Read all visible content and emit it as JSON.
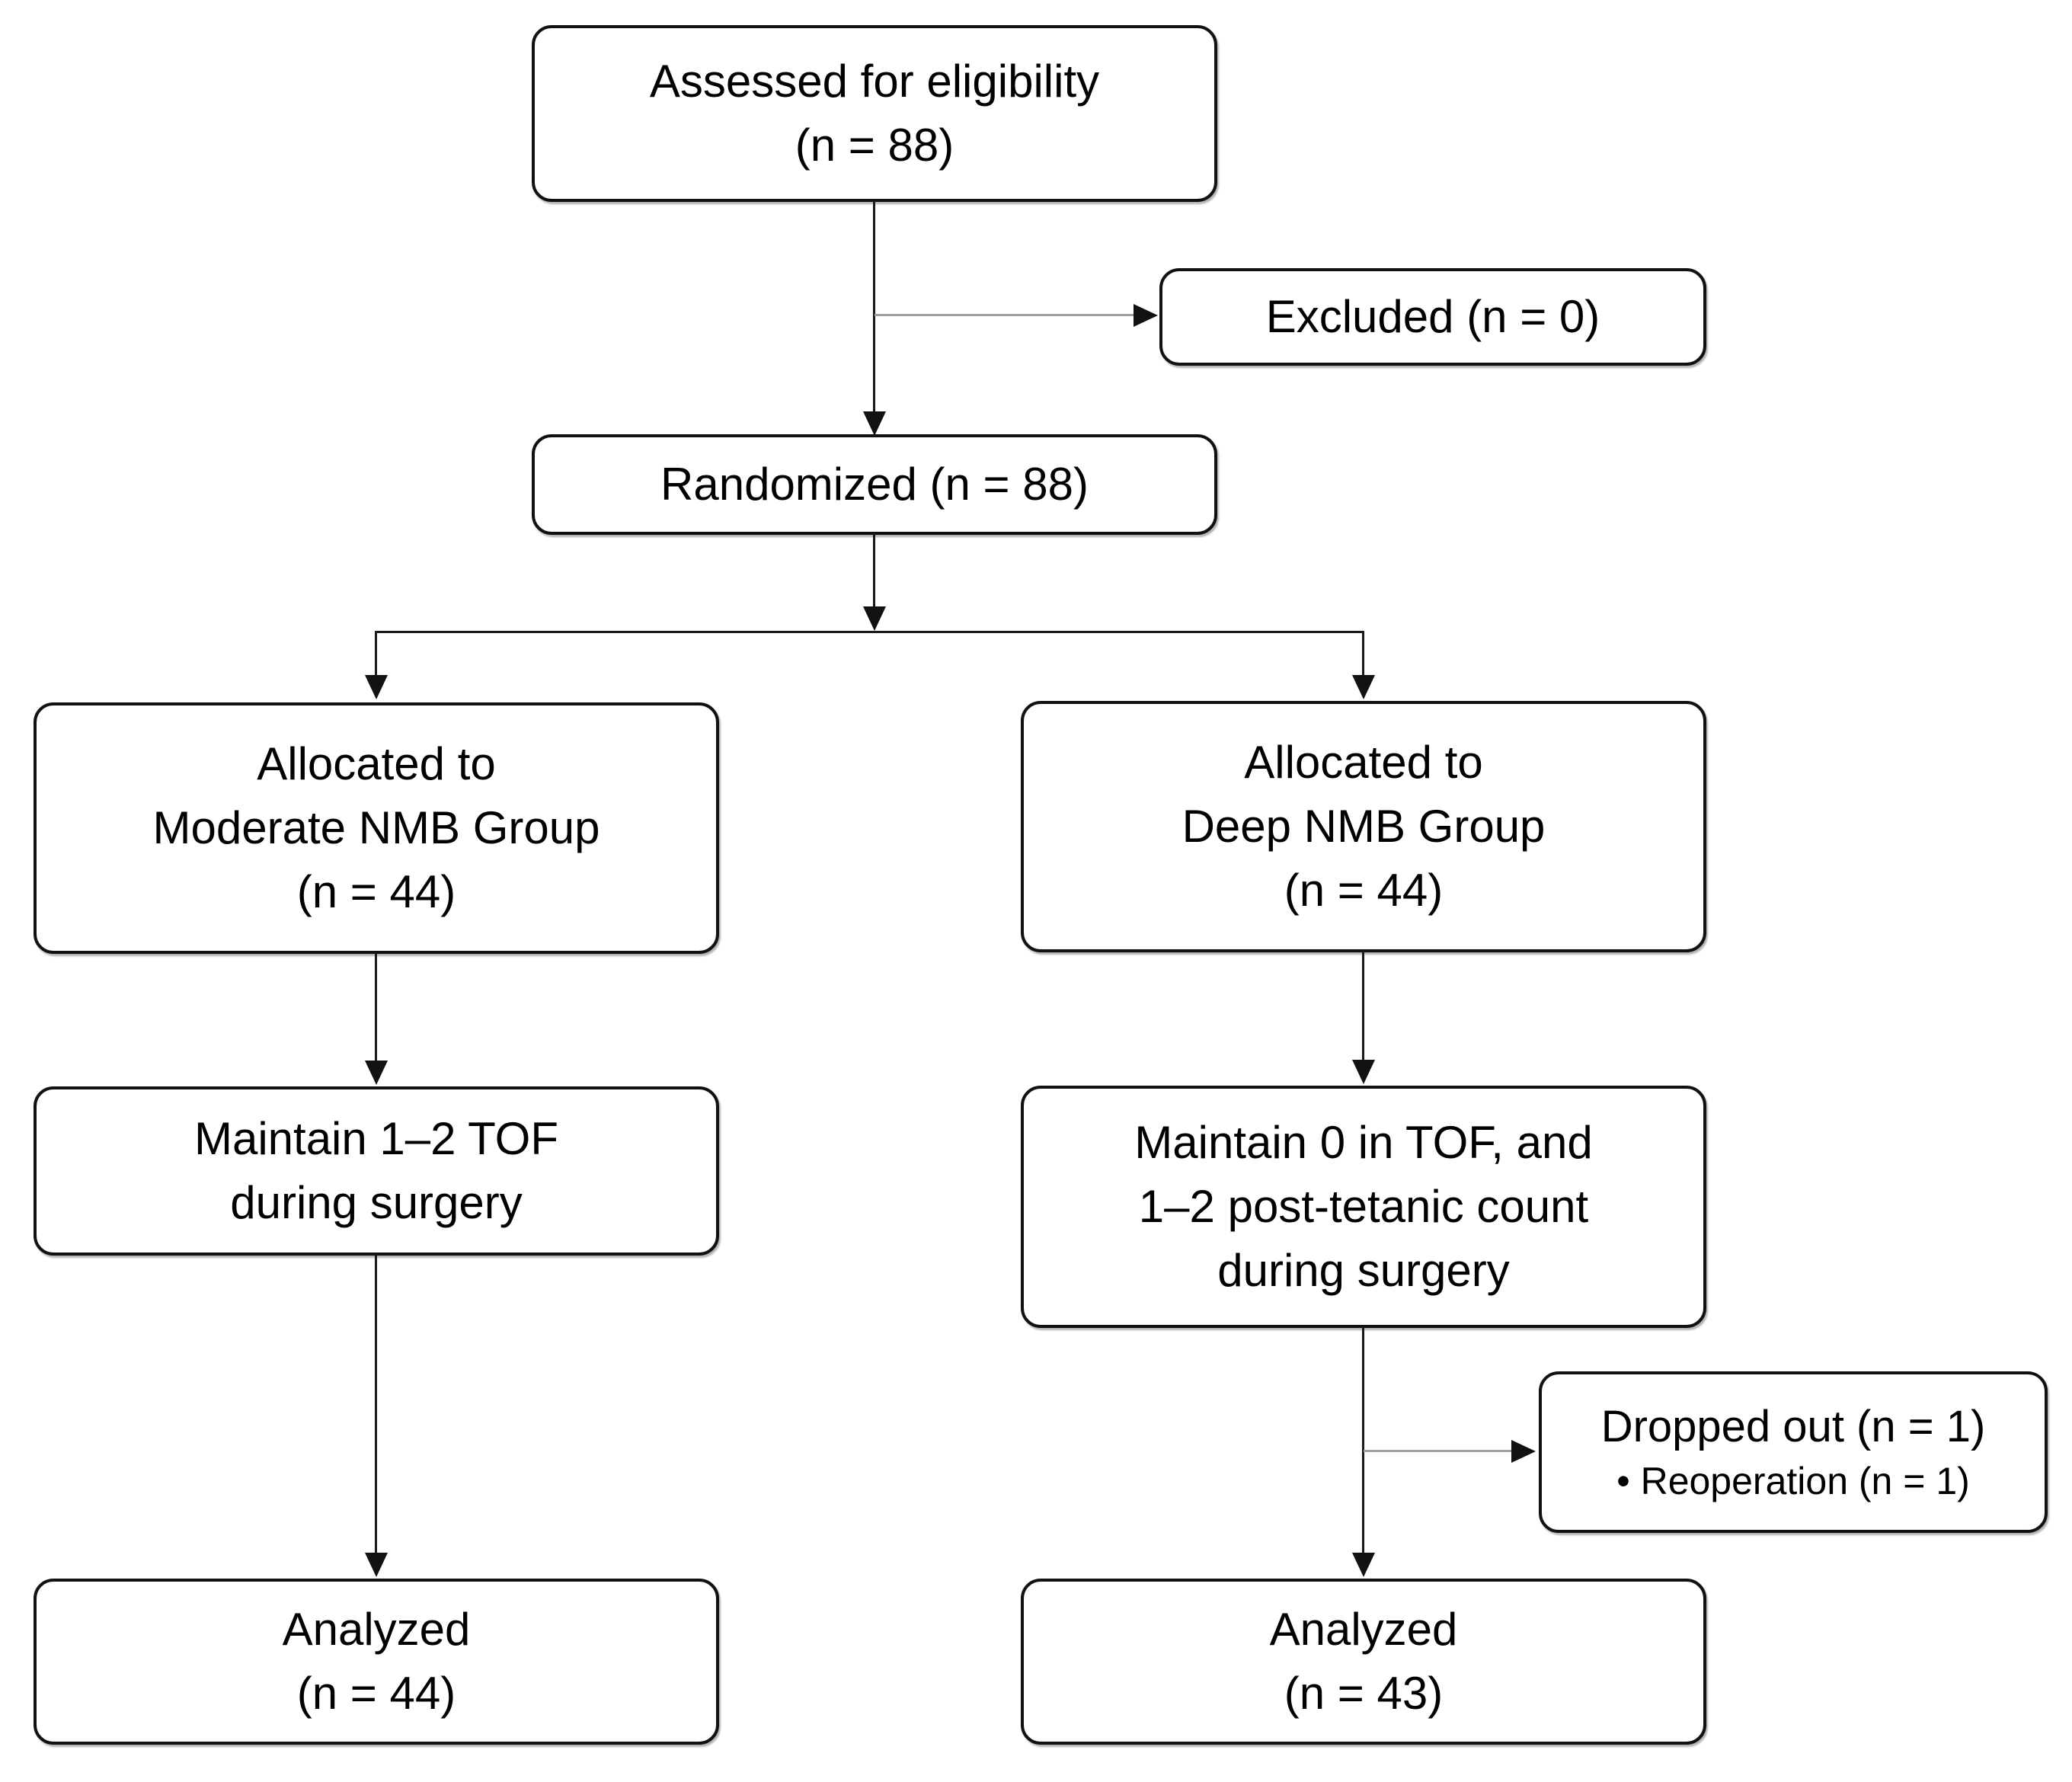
{
  "nodes": {
    "assessed": {
      "lines": [
        "Assessed for eligibility",
        "(n = 88)"
      ]
    },
    "excluded": {
      "lines": [
        "Excluded (n = 0)"
      ]
    },
    "randomized": {
      "lines": [
        "Randomized (n = 88)"
      ]
    },
    "allocated_moderate": {
      "lines": [
        "Allocated to",
        "Moderate NMB Group",
        "(n = 44)"
      ]
    },
    "allocated_deep": {
      "lines": [
        "Allocated to",
        "Deep NMB Group",
        "(n = 44)"
      ]
    },
    "maintain_moderate": {
      "lines": [
        "Maintain 1–2 TOF",
        "during surgery"
      ]
    },
    "maintain_deep": {
      "lines": [
        "Maintain 0 in TOF, and",
        "1–2 post-tetanic count",
        "during surgery"
      ]
    },
    "dropped_out": {
      "lines": [
        "Dropped out (n = 1)",
        "• Reoperation (n = 1)"
      ]
    },
    "analyzed_moderate": {
      "lines": [
        "Analyzed",
        "(n = 44)"
      ]
    },
    "analyzed_deep": {
      "lines": [
        "Analyzed",
        "(n = 43)"
      ]
    }
  },
  "colors": {
    "background": "#ffffff",
    "box_border": "#111111",
    "text": "#000000",
    "connector": "#1a1a1a",
    "branch_connector": "#a0a0a0"
  }
}
